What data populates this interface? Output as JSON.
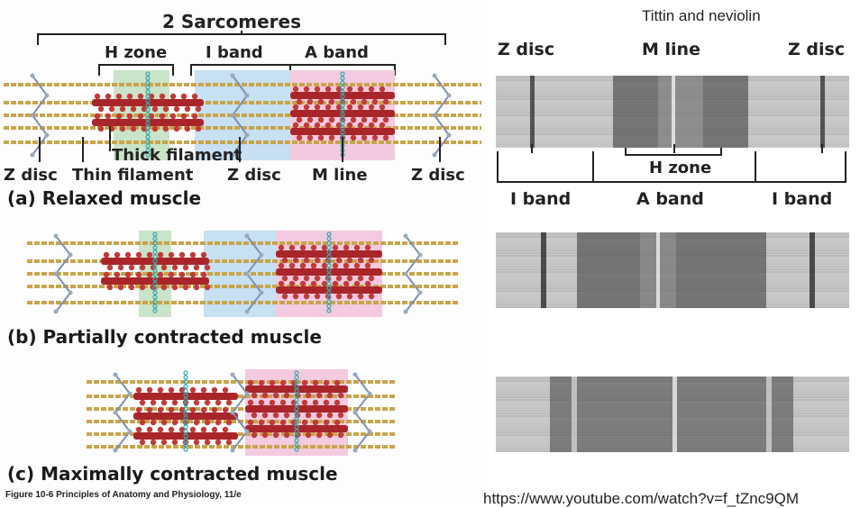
{
  "title": "2 Sarcomeres",
  "note": "Tittin and neviolin",
  "diagram_labels": {
    "h_zone": "H zone",
    "i_band": "I band",
    "a_band": "A band",
    "thick_filament": "Thick filament",
    "z_disc": "Z disc",
    "thin_filament": "Thin filament",
    "m_line": "M line"
  },
  "micrograph_labels": {
    "z_disc": "Z disc",
    "m_line": "M line",
    "h_zone": "H zone",
    "i_band": "I band",
    "a_band": "A band"
  },
  "captions": {
    "a": "(a) Relaxed muscle",
    "b": "(b) Partially contracted muscle",
    "c": "(c) Maximally contracted muscle"
  },
  "figure_credit": "Figure 10-6  Principles of Anatomy and Physiology, 11/e",
  "url": "https://www.youtube.com/watch?v=f_tZnc9QM",
  "colors": {
    "h_zone_fill": "#c9e4c8",
    "i_band_fill": "#c7e0f2",
    "a_band_fill": "#f3cadf",
    "thick_filament": "#a8262a",
    "thin_filament": "#c9a449",
    "z_disc": "#7f8fb3",
    "m_line": "#3aa8a8"
  }
}
